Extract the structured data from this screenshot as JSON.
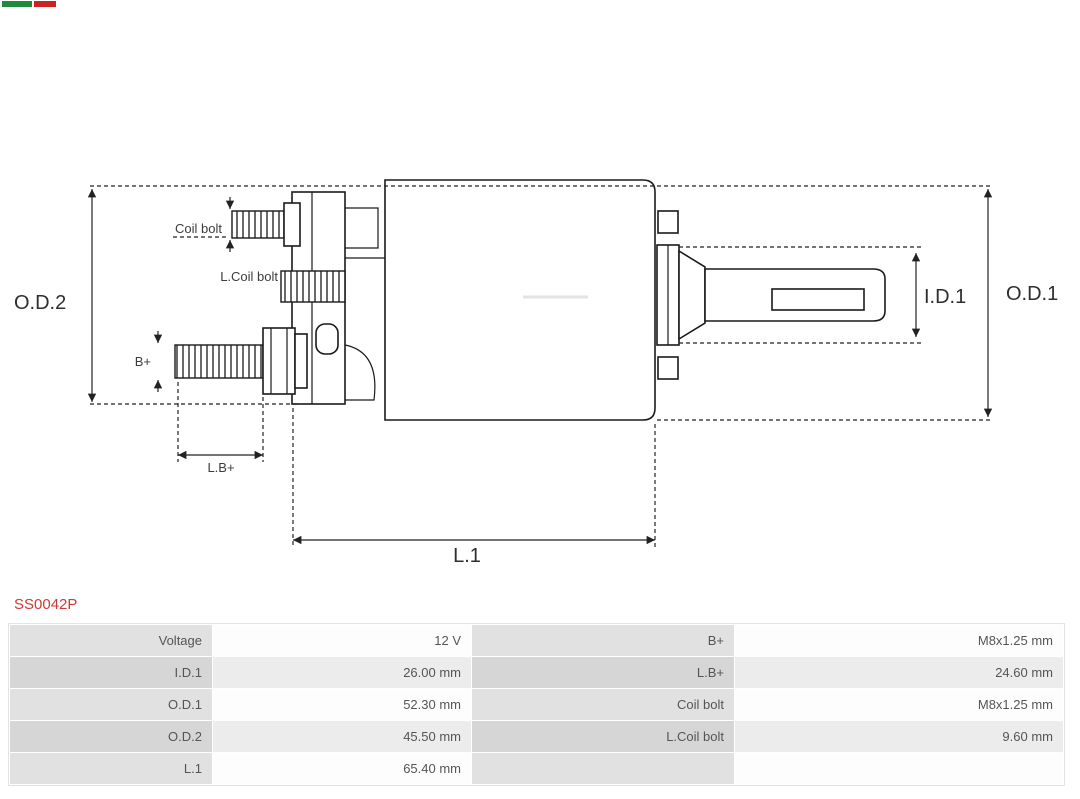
{
  "brand": {
    "colors": {
      "green": "#1e8a3c",
      "red": "#cc2222"
    }
  },
  "accent_color": "#cc3a36",
  "part_number": "SS0042P",
  "diagram": {
    "labels": {
      "od2": "O.D.2",
      "od1": "O.D.1",
      "id1": "I.D.1",
      "coil_bolt": "Coil bolt",
      "l_coil_bolt": "L.Coil bolt",
      "b_plus": "B+",
      "l_b_plus": "L.B+",
      "l1": "L.1"
    }
  },
  "table": {
    "rows": [
      {
        "c0": "Voltage",
        "c1": "12 V",
        "c2": "B+",
        "c3": "M8x1.25 mm"
      },
      {
        "c0": "I.D.1",
        "c1": "26.00 mm",
        "c2": "L.B+",
        "c3": "24.60 mm"
      },
      {
        "c0": "O.D.1",
        "c1": "52.30 mm",
        "c2": "Coil bolt",
        "c3": "M8x1.25 mm"
      },
      {
        "c0": "O.D.2",
        "c1": "45.50 mm",
        "c2": "L.Coil bolt",
        "c3": "9.60 mm"
      },
      {
        "c0": "L.1",
        "c1": "65.40 mm",
        "c2": "",
        "c3": ""
      }
    ]
  }
}
